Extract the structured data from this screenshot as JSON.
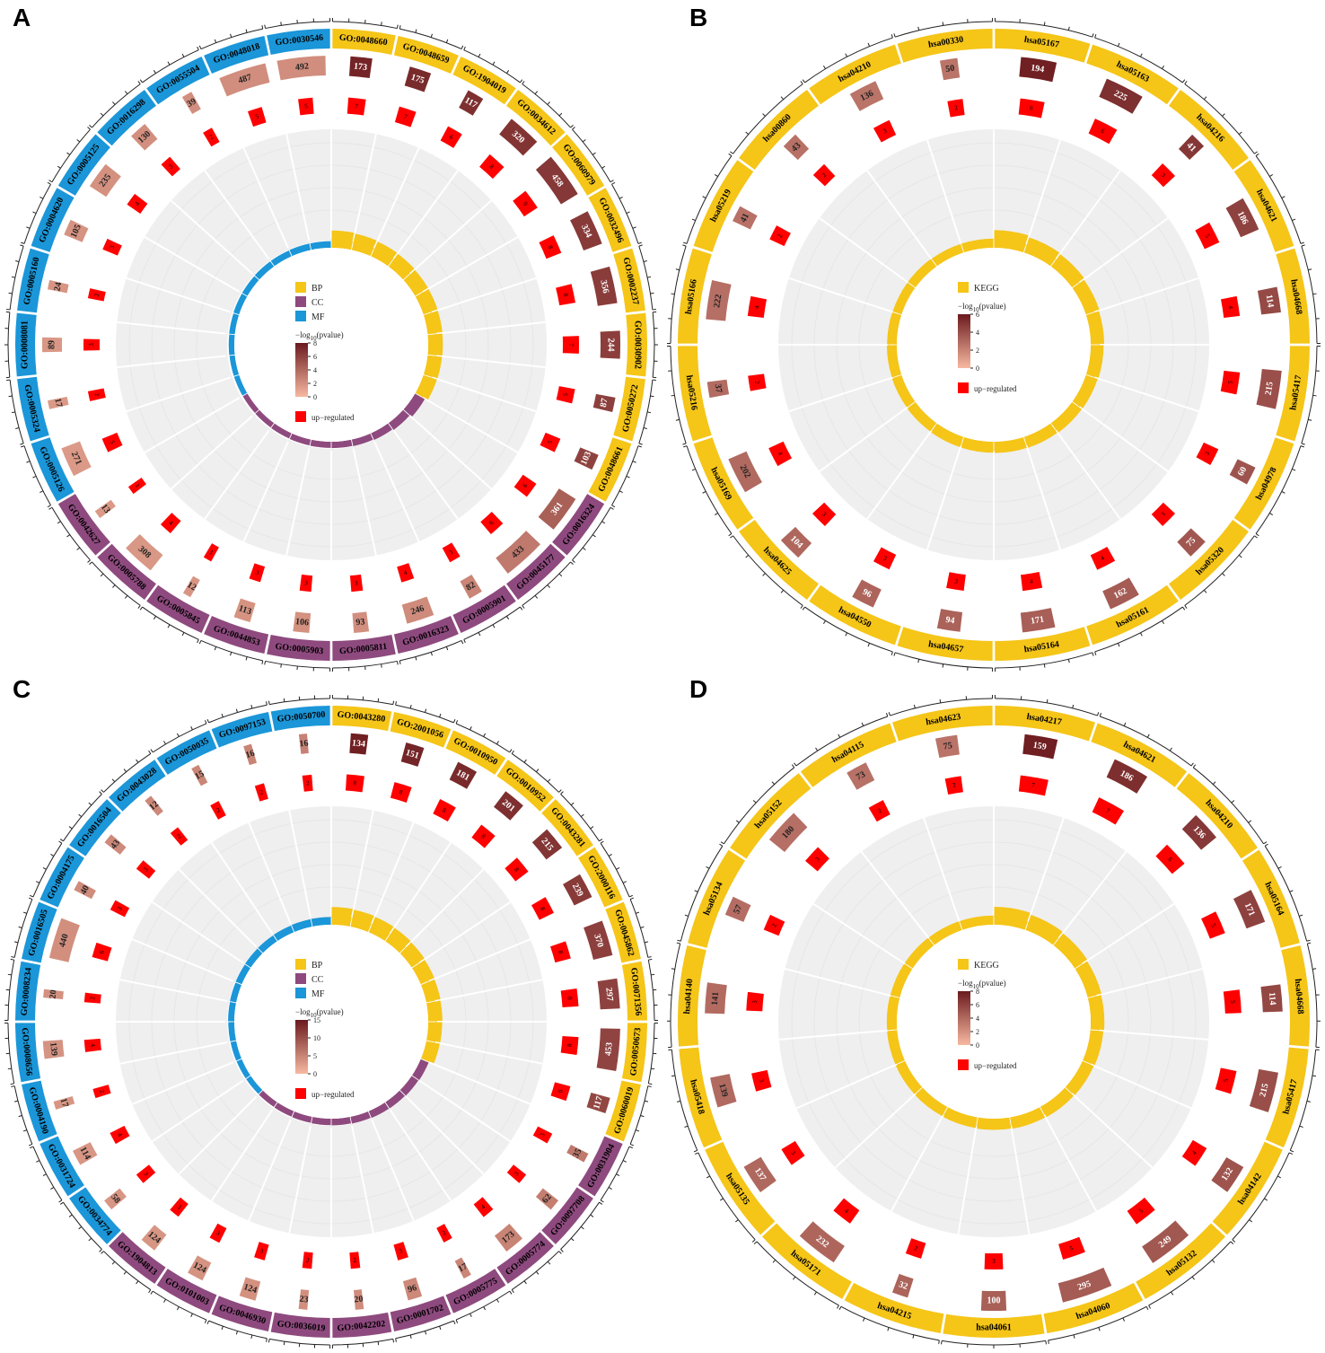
{
  "panel_letters": [
    "A",
    "B",
    "C",
    "D"
  ],
  "legend_text": {
    "bp": "BP",
    "cc": "CC",
    "mf": "MF",
    "kegg": "KEGG",
    "pvalue_title": "−log",
    "pvalue_sub": "10",
    "pvalue_suffix": "(pvalue)",
    "upregulated": "up−regulated"
  },
  "colors": {
    "BP": "#F5C518",
    "CC": "#8E4A7E",
    "MF": "#1B96D8",
    "KEGG": "#F5C518",
    "up": "#FF0000",
    "grad_low": "#F7B9A1",
    "grad_high": "#6B1A1E",
    "inner_bg": "#EFEFEF"
  },
  "chart_data": [
    {
      "type": "circos",
      "panel": "A",
      "categories": [
        "BP",
        "CC",
        "MF"
      ],
      "colorbar_ticks": [
        "0",
        "2",
        "4",
        "6",
        "8"
      ],
      "max_logp": 8,
      "terms": [
        {
          "id": "GO:0048660",
          "cat": "BP",
          "count": 173,
          "up": 7,
          "logp": 7.5
        },
        {
          "id": "GO:0048659",
          "cat": "BP",
          "count": 175,
          "up": 7,
          "logp": 7.2
        },
        {
          "id": "GO:1904019",
          "cat": "BP",
          "count": 117,
          "up": 6,
          "logp": 6.9
        },
        {
          "id": "GO:0034612",
          "cat": "BP",
          "count": 320,
          "up": 8,
          "logp": 6.7
        },
        {
          "id": "GO:0060979",
          "cat": "BP",
          "count": 458,
          "up": 9,
          "logp": 6.5
        },
        {
          "id": "GO:0032496",
          "cat": "BP",
          "count": 334,
          "up": 8,
          "logp": 6.4
        },
        {
          "id": "GO:0002237",
          "cat": "BP",
          "count": 356,
          "up": 8,
          "logp": 6.3
        },
        {
          "id": "GO:0030902",
          "cat": "BP",
          "count": 244,
          "up": 7,
          "logp": 6.2
        },
        {
          "id": "GO:0050272",
          "cat": "BP",
          "count": 87,
          "up": 5,
          "logp": 6.1
        },
        {
          "id": "GO:0048661",
          "cat": "BP",
          "count": 103,
          "up": 5,
          "logp": 6.0
        },
        {
          "id": "GO:0016324",
          "cat": "CC",
          "count": 361,
          "up": 6,
          "logp": 4.5
        },
        {
          "id": "GO:0045177",
          "cat": "CC",
          "count": 433,
          "up": 6,
          "logp": 3.2
        },
        {
          "id": "GO:0005901",
          "cat": "CC",
          "count": 82,
          "up": 3,
          "logp": 2.6
        },
        {
          "id": "GO:0016323",
          "cat": "CC",
          "count": 246,
          "up": 4,
          "logp": 2.3
        },
        {
          "id": "GO:0005811",
          "cat": "CC",
          "count": 93,
          "up": 3,
          "logp": 2.1
        },
        {
          "id": "GO:0005903",
          "cat": "CC",
          "count": 106,
          "up": 3,
          "logp": 2.0
        },
        {
          "id": "GO:0044853",
          "cat": "CC",
          "count": 113,
          "up": 3,
          "logp": 1.9
        },
        {
          "id": "GO:0005845",
          "cat": "CC",
          "count": 12,
          "up": 1,
          "logp": 1.8
        },
        {
          "id": "GO:0005788",
          "cat": "CC",
          "count": 308,
          "up": 4,
          "logp": 1.7
        },
        {
          "id": "GO:0042627",
          "cat": "CC",
          "count": 13,
          "up": 1,
          "logp": 1.6
        },
        {
          "id": "GO:0005126",
          "cat": "MF",
          "count": 271,
          "up": 5,
          "logp": 1.6
        },
        {
          "id": "GO:0005324",
          "cat": "MF",
          "count": 17,
          "up": 2,
          "logp": 1.6
        },
        {
          "id": "GO:0008081",
          "cat": "MF",
          "count": 89,
          "up": 3,
          "logp": 1.7
        },
        {
          "id": "GO:0005160",
          "cat": "MF",
          "count": 24,
          "up": 2,
          "logp": 1.8
        },
        {
          "id": "GO:0004620",
          "cat": "MF",
          "count": 105,
          "up": 3,
          "logp": 1.9
        },
        {
          "id": "GO:0005125",
          "cat": "MF",
          "count": 235,
          "up": 4,
          "logp": 2.0
        },
        {
          "id": "GO:0016298",
          "cat": "MF",
          "count": 130,
          "up": 3,
          "logp": 2.1
        },
        {
          "id": "GO:0055504",
          "cat": "MF",
          "count": 39,
          "up": 2,
          "logp": 2.1
        },
        {
          "id": "GO:0048018",
          "cat": "MF",
          "count": 487,
          "up": 5,
          "logp": 2.2
        },
        {
          "id": "GO:0030546",
          "cat": "MF",
          "count": 492,
          "up": 5,
          "logp": 2.2
        }
      ]
    },
    {
      "type": "circos",
      "panel": "B",
      "categories": [
        "KEGG"
      ],
      "colorbar_ticks": [
        "0",
        "2",
        "4",
        "6"
      ],
      "max_logp": 6,
      "terms": [
        {
          "id": "hsa05167",
          "cat": "KEGG",
          "count": 194,
          "up": 6,
          "logp": 5.8
        },
        {
          "id": "hsa05163",
          "cat": "KEGG",
          "count": 225,
          "up": 6,
          "logp": 5.2
        },
        {
          "id": "hsa04216",
          "cat": "KEGG",
          "count": 41,
          "up": 3,
          "logp": 4.9
        },
        {
          "id": "hsa04621",
          "cat": "KEGG",
          "count": 186,
          "up": 5,
          "logp": 4.5
        },
        {
          "id": "hsa04668",
          "cat": "KEGG",
          "count": 114,
          "up": 4,
          "logp": 4.2
        },
        {
          "id": "hsa05417",
          "cat": "KEGG",
          "count": 215,
          "up": 5,
          "logp": 4.0
        },
        {
          "id": "hsa04978",
          "cat": "KEGG",
          "count": 60,
          "up": 3,
          "logp": 3.8
        },
        {
          "id": "hsa05320",
          "cat": "KEGG",
          "count": 75,
          "up": 3,
          "logp": 3.7
        },
        {
          "id": "hsa05161",
          "cat": "KEGG",
          "count": 162,
          "up": 4,
          "logp": 3.5
        },
        {
          "id": "hsa05164",
          "cat": "KEGG",
          "count": 171,
          "up": 4,
          "logp": 3.4
        },
        {
          "id": "hsa04657",
          "cat": "KEGG",
          "count": 94,
          "up": 3,
          "logp": 3.3
        },
        {
          "id": "hsa04550",
          "cat": "KEGG",
          "count": 96,
          "up": 3,
          "logp": 3.2
        },
        {
          "id": "hsa04625",
          "cat": "KEGG",
          "count": 104,
          "up": 3,
          "logp": 3.1
        },
        {
          "id": "hsa05169",
          "cat": "KEGG",
          "count": 202,
          "up": 4,
          "logp": 3.0
        },
        {
          "id": "hsa05216",
          "cat": "KEGG",
          "count": 37,
          "up": 2,
          "logp": 2.9
        },
        {
          "id": "hsa05166",
          "cat": "KEGG",
          "count": 222,
          "up": 4,
          "logp": 2.8
        },
        {
          "id": "hsa05219",
          "cat": "KEGG",
          "count": 41,
          "up": 2,
          "logp": 2.7
        },
        {
          "id": "hsa00860",
          "cat": "KEGG",
          "count": 43,
          "up": 2,
          "logp": 2.7
        },
        {
          "id": "hsa04210",
          "cat": "KEGG",
          "count": 136,
          "up": 3,
          "logp": 2.6
        },
        {
          "id": "hsa00330",
          "cat": "KEGG",
          "count": 50,
          "up": 2,
          "logp": 2.6
        }
      ]
    },
    {
      "type": "circos",
      "panel": "C",
      "categories": [
        "BP",
        "CC",
        "MF"
      ],
      "colorbar_ticks": [
        "0",
        "5",
        "10",
        "15"
      ],
      "max_logp": 15,
      "terms": [
        {
          "id": "GO:0043280",
          "cat": "BP",
          "count": 134,
          "up": 8,
          "logp": 14.5
        },
        {
          "id": "GO:2001056",
          "cat": "BP",
          "count": 151,
          "up": 8,
          "logp": 14.0
        },
        {
          "id": "GO:0010950",
          "cat": "BP",
          "count": 181,
          "up": 8,
          "logp": 13.5
        },
        {
          "id": "GO:0010952",
          "cat": "BP",
          "count": 201,
          "up": 8,
          "logp": 13.0
        },
        {
          "id": "GO:0043281",
          "cat": "BP",
          "count": 215,
          "up": 8,
          "logp": 12.5
        },
        {
          "id": "GO:2000116",
          "cat": "BP",
          "count": 239,
          "up": 8,
          "logp": 12.0
        },
        {
          "id": "GO:0045862",
          "cat": "BP",
          "count": 370,
          "up": 8,
          "logp": 11.5
        },
        {
          "id": "GO:0071356",
          "cat": "BP",
          "count": 297,
          "up": 8,
          "logp": 11.2
        },
        {
          "id": "GO:0050673",
          "cat": "BP",
          "count": 453,
          "up": 8,
          "logp": 11.0
        },
        {
          "id": "GO:0060019",
          "cat": "BP",
          "count": 117,
          "up": 6,
          "logp": 10.8
        },
        {
          "id": "GO:0031904",
          "cat": "CC",
          "count": 35,
          "up": 3,
          "logp": 6.0
        },
        {
          "id": "GO:0097708",
          "cat": "CC",
          "count": 62,
          "up": 3,
          "logp": 5.5
        },
        {
          "id": "GO:0005774",
          "cat": "CC",
          "count": 173,
          "up": 4,
          "logp": 5.0
        },
        {
          "id": "GO:0005775",
          "cat": "CC",
          "count": 17,
          "up": 2,
          "logp": 4.8
        },
        {
          "id": "GO:0001702",
          "cat": "CC",
          "count": 96,
          "up": 3,
          "logp": 4.5
        },
        {
          "id": "GO:0042202",
          "cat": "CC",
          "count": 20,
          "up": 2,
          "logp": 4.2
        },
        {
          "id": "GO:0036019",
          "cat": "CC",
          "count": 23,
          "up": 2,
          "logp": 4.0
        },
        {
          "id": "GO:0046930",
          "cat": "CC",
          "count": 124,
          "up": 3,
          "logp": 3.8
        },
        {
          "id": "GO:0101003",
          "cat": "CC",
          "count": 124,
          "up": 3,
          "logp": 3.6
        },
        {
          "id": "GO:1904813",
          "cat": "CC",
          "count": 124,
          "up": 3,
          "logp": 3.4
        },
        {
          "id": "GO:0034774",
          "cat": "MF",
          "count": 58,
          "up": 3,
          "logp": 3.3
        },
        {
          "id": "GO:0031724",
          "cat": "MF",
          "count": 114,
          "up": 4,
          "logp": 3.3
        },
        {
          "id": "GO:0004190",
          "cat": "MF",
          "count": 17,
          "up": 2,
          "logp": 3.4
        },
        {
          "id": "GO:0008656",
          "cat": "MF",
          "count": 139,
          "up": 4,
          "logp": 3.6
        },
        {
          "id": "GO:0008234",
          "cat": "MF",
          "count": 20,
          "up": 2,
          "logp": 3.8
        },
        {
          "id": "GO:0016505",
          "cat": "MF",
          "count": 440,
          "up": 6,
          "logp": 4.0
        },
        {
          "id": "GO:0004175",
          "cat": "MF",
          "count": 40,
          "up": 3,
          "logp": 4.2
        },
        {
          "id": "GO:0016504",
          "cat": "MF",
          "count": 43,
          "up": 3,
          "logp": 4.4
        },
        {
          "id": "GO:0043028",
          "cat": "MF",
          "count": 12,
          "up": 2,
          "logp": 4.6
        },
        {
          "id": "GO:0050035",
          "cat": "MF",
          "count": 15,
          "up": 2,
          "logp": 4.8
        },
        {
          "id": "GO:0097153",
          "cat": "MF",
          "count": 16,
          "up": 2,
          "logp": 5.0
        },
        {
          "id": "GO:0050700",
          "cat": "MF",
          "count": 16,
          "up": 2,
          "logp": 5.2
        }
      ]
    },
    {
      "type": "circos",
      "panel": "D",
      "categories": [
        "KEGG"
      ],
      "colorbar_ticks": [
        "0",
        "2",
        "4",
        "6",
        "8"
      ],
      "max_logp": 8,
      "terms": [
        {
          "id": "hsa04217",
          "cat": "KEGG",
          "count": 159,
          "up": 7,
          "logp": 7.8
        },
        {
          "id": "hsa04621",
          "cat": "KEGG",
          "count": 186,
          "up": 7,
          "logp": 7.0
        },
        {
          "id": "hsa04210",
          "cat": "KEGG",
          "count": 136,
          "up": 6,
          "logp": 6.5
        },
        {
          "id": "hsa05164",
          "cat": "KEGG",
          "count": 171,
          "up": 5,
          "logp": 6.0
        },
        {
          "id": "hsa04668",
          "cat": "KEGG",
          "count": 114,
          "up": 5,
          "logp": 5.7
        },
        {
          "id": "hsa05417",
          "cat": "KEGG",
          "count": 215,
          "up": 5,
          "logp": 5.4
        },
        {
          "id": "hsa04142",
          "cat": "KEGG",
          "count": 132,
          "up": 4,
          "logp": 5.1
        },
        {
          "id": "hsa05132",
          "cat": "KEGG",
          "count": 249,
          "up": 5,
          "logp": 4.9
        },
        {
          "id": "hsa04060",
          "cat": "KEGG",
          "count": 295,
          "up": 5,
          "logp": 4.7
        },
        {
          "id": "hsa04061",
          "cat": "KEGG",
          "count": 100,
          "up": 3,
          "logp": 4.5
        },
        {
          "id": "hsa04215",
          "cat": "KEGG",
          "count": 32,
          "up": 2,
          "logp": 4.3
        },
        {
          "id": "hsa05171",
          "cat": "KEGG",
          "count": 232,
          "up": 4,
          "logp": 4.2
        },
        {
          "id": "hsa05135",
          "cat": "KEGG",
          "count": 137,
          "up": 3,
          "logp": 4.1
        },
        {
          "id": "hsa05418",
          "cat": "KEGG",
          "count": 139,
          "up": 3,
          "logp": 4.0
        },
        {
          "id": "hsa04140",
          "cat": "KEGG",
          "count": 141,
          "up": 3,
          "logp": 3.9
        },
        {
          "id": "hsa05134",
          "cat": "KEGG",
          "count": 57,
          "up": 2,
          "logp": 3.8
        },
        {
          "id": "hsa05152",
          "cat": "KEGG",
          "count": 180,
          "up": 3,
          "logp": 3.7
        },
        {
          "id": "hsa04115",
          "cat": "KEGG",
          "count": 73,
          "up": 2,
          "logp": 3.6
        },
        {
          "id": "hsa04623",
          "cat": "KEGG",
          "count": 75,
          "up": 2,
          "logp": 3.5
        }
      ]
    }
  ]
}
